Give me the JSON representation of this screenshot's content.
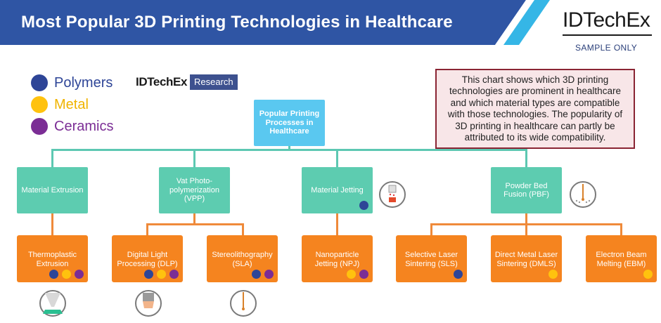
{
  "header": {
    "title": "Most Popular 3D Printing Technologies in Healthcare",
    "logo": "IDTechEx",
    "sample_note": "SAMPLE ONLY"
  },
  "brand": {
    "name": "IDTechEx",
    "tag": "Research"
  },
  "legend": [
    {
      "label": "Polymers",
      "color": "#2e4597"
    },
    {
      "label": "Metal",
      "color": "#ffc20e"
    },
    {
      "label": "Ceramics",
      "color": "#7b2d95"
    }
  ],
  "callout": "This chart shows which 3D printing technologies are prominent in healthcare and which material types are compatible with those technologies. The popularity of 3D printing in healthcare can partly be attributed to its wide compatibility.",
  "tree": {
    "root": "Popular Printing Processes in Healthcare",
    "categories": [
      {
        "label": "Material Extrusion"
      },
      {
        "label": "Vat Photo-polymerization (VPP)"
      },
      {
        "label": "Material Jetting",
        "materials": [
          "Polymers"
        ]
      },
      {
        "label": "Powder Bed Fusion (PBF)"
      }
    ],
    "processes": [
      {
        "label": "Thermoplastic Extrusion",
        "materials": [
          "Polymers",
          "Metal",
          "Ceramics"
        ]
      },
      {
        "label": "Digital Light Processing (DLP)",
        "materials": [
          "Polymers",
          "Metal",
          "Ceramics"
        ]
      },
      {
        "label": "Stereolithography (SLA)",
        "materials": [
          "Polymers",
          "Ceramics"
        ]
      },
      {
        "label": "Nanoparticle Jetting (NPJ)",
        "materials": [
          "Metal",
          "Ceramics"
        ]
      },
      {
        "label": "Selective Laser Sintering (SLS)",
        "materials": [
          "Polymers"
        ]
      },
      {
        "label": "Direct Metal Laser Sintering (DMLS)",
        "materials": [
          "Metal"
        ]
      },
      {
        "label": "Electron Beam Melting (EBM)",
        "materials": [
          "Metal"
        ]
      }
    ]
  }
}
